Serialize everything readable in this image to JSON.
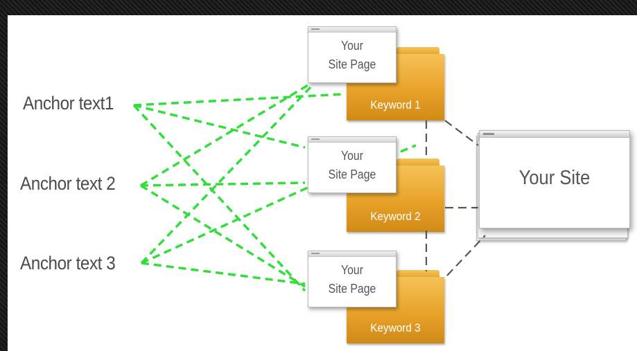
{
  "anchors": [
    "Anchor text1",
    "Anchor text 2",
    "Anchor text 3"
  ],
  "site_page_label_line1": "Your",
  "site_page_label_line2": "Site Page",
  "keywords": [
    "Keyword 1",
    "Keyword 2",
    "Keyword 3"
  ],
  "site_label": "Your Site",
  "colors": {
    "link_line": "#33dd3c",
    "connector_line": "#555555",
    "folder": "#e8a22a",
    "text": "#4a4a4a"
  }
}
